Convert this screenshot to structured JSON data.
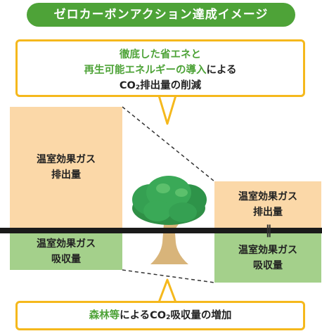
{
  "title": "ゼロカーボンアクション達成イメージ",
  "callout_top": {
    "line1": "徹底した省エネと",
    "line2_green": "再生可能エネルギーの導入",
    "line2_rest": "による",
    "line3_pre": "CO",
    "line3_sub": "2",
    "line3_post": "排出量の削減"
  },
  "left": {
    "emission_label_1": "温室効果ガス",
    "emission_label_2": "排出量",
    "absorption_label_1": "温室効果ガス",
    "absorption_label_2": "吸収量"
  },
  "right": {
    "emission_label_1": "温室効果ガス",
    "emission_label_2": "排出量",
    "equals_sign": "‖",
    "absorption_label_1": "温室効果ガス",
    "absorption_label_2": "吸収量"
  },
  "callout_bottom": {
    "green": "森林等",
    "rest_pre": "によるCO",
    "sub": "2",
    "rest_post": "吸収量の増加"
  },
  "colors": {
    "brand_green": "#4ea338",
    "accent_yellow": "#f5b81c",
    "emission_fill": "#fbd8a8",
    "absorption_fill": "#a4d08b"
  },
  "icons": [
    "tree-icon"
  ]
}
